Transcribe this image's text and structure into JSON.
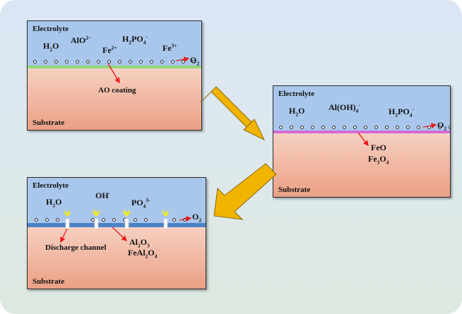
{
  "colors": {
    "electrolyte": "#a9c7ec",
    "substrate": "#eba085",
    "ao_coating": "#93d87a",
    "iron_oxide_layer": "#d66ad8",
    "discharge_layer": "#4b83c8",
    "arrow_red": "#e81a1a",
    "flow_arrow": "#f1b400",
    "spark": "#f5ea1d"
  },
  "panel1": {
    "electrolyte_label": "Electrolyte",
    "substrate_label": "Substrate",
    "species": {
      "h2o": {
        "base": "H",
        "sub": "2",
        "tail": "O"
      },
      "alo2": {
        "base": "AlO",
        "sup": "2−"
      },
      "h2po4": {
        "base": "H",
        "sub": "2",
        "tail": "PO",
        "sub2": "4",
        "sup": "-"
      },
      "fe2": {
        "base": "Fe",
        "sup": "2+"
      },
      "fe3": {
        "base": "Fe",
        "sup": "3+"
      }
    },
    "o2": {
      "base": "O",
      "sub": "2"
    },
    "coating_label": "AO coating"
  },
  "panel2": {
    "electrolyte_label": "Electrolyte",
    "substrate_label": "Substrate",
    "species": {
      "h2o": {
        "base": "H",
        "sub": "2",
        "tail": "O"
      },
      "aloh4": {
        "base": "Al(OH)",
        "sub": "4",
        "sup": "-"
      },
      "h2po4": {
        "base": "H",
        "sub": "2",
        "tail": "PO",
        "sub2": "4",
        "sup": "-"
      }
    },
    "o2": {
      "base": "O",
      "sub": "2"
    },
    "products": {
      "feo": {
        "base": "FeO"
      },
      "fe3o4": {
        "base": "Fe",
        "sub": "3",
        "tail": "O",
        "sub2": "4"
      }
    }
  },
  "panel3": {
    "electrolyte_label": "Electrolyte",
    "substrate_label": "Substrate",
    "species": {
      "h2o": {
        "base": "H",
        "sub": "2",
        "tail": "O"
      },
      "oh": {
        "base": "OH",
        "sup": "-"
      },
      "po4": {
        "base": "PO",
        "sub": "4",
        "sup": "3-"
      }
    },
    "o2": {
      "base": "O",
      "sub": "2"
    },
    "channel_label": "Discharge channel",
    "products": {
      "al2o3": {
        "base": "Al",
        "sub": "2",
        "tail": "O",
        "sub2": "3"
      },
      "feal2o4": {
        "base": "FeAl",
        "sub": "2",
        "tail": "O",
        "sub2": "4"
      }
    }
  }
}
